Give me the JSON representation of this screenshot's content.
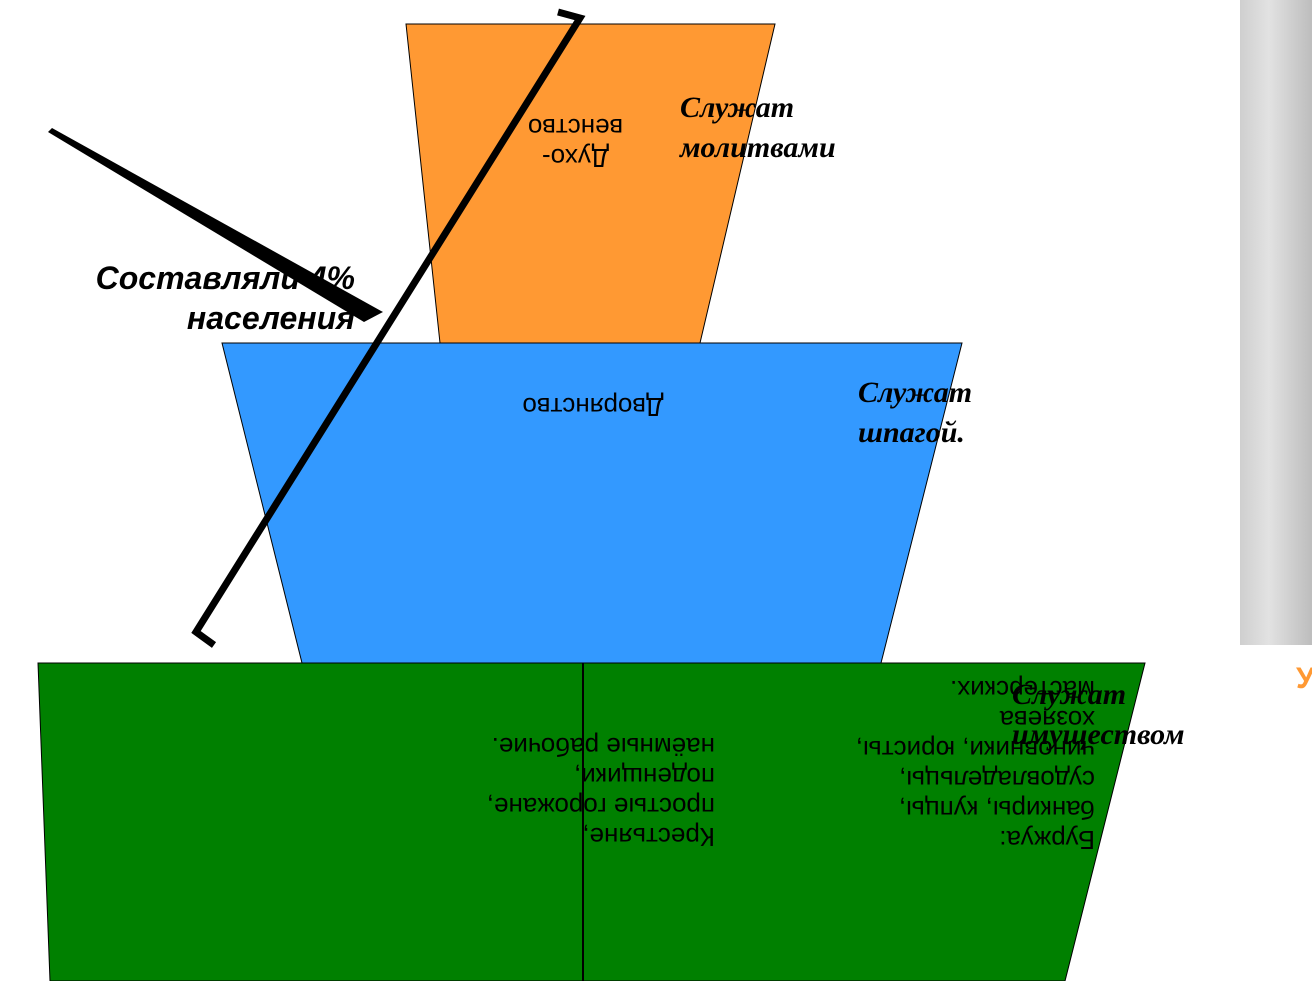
{
  "tiers": {
    "clergy": {
      "label": "Духо-\nвенство",
      "note": "Служат\nмолитвами",
      "color": "#FF9933"
    },
    "nobility": {
      "label": "Дворянство",
      "note": "Служат\nшпагой.",
      "color": "#3399FF"
    },
    "commons": {
      "color": "#008000",
      "left_label": "Крестьяне,\nпростые горожане,\nподенщики,\nнаёмные рабочие.",
      "right_label": "Буржуа:\nбанкиры, купцы,\nсудовладельцы,\nчиновники, юристы,\nхозяева\nмастерских.",
      "note": "Служат\nимуществом"
    }
  },
  "bracket_note": "Составляли 4%\nнаселения",
  "side_image": {
    "name": "engraving-photo",
    "caption_glyph": "У"
  }
}
